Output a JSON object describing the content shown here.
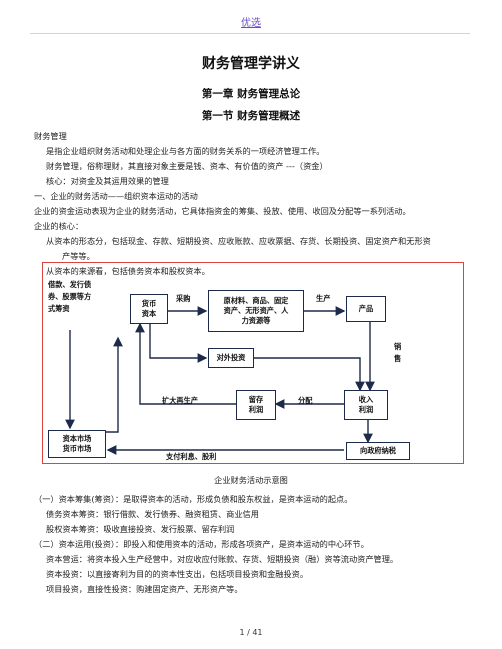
{
  "header": {
    "link": "优选"
  },
  "title": "财务管理学讲义",
  "chapter": "第一章   财务管理总论",
  "section": "第一节   财务管理概述",
  "lines": [
    "财务管理",
    "是指企业组织财务活动和处理企业与各方面的财务关系的一项经济管理工作。",
    "财务管理，俗称理财，其直接对象主要是钱、资本、有价值的资产 ---（资金）",
    "核心：对资金及其运用效果的管理",
    "一、企业的财务活动——组织资本运动的活动",
    "企业的资金运动表现为企业的财务活动，它具体指资金的筹集、投放、使用、收回及分配等一系列活动。",
    "企业的核心：",
    "从资本的形态分，包括现金、存款、短期投资、应收账款、应收票据、存货、长期投资、固定资产和无形资",
    "产等等。",
    "从资本的来源看，包括债务资本和股权资本。"
  ],
  "diagram": {
    "borrow_label": [
      "借款、发行债",
      "券、股票等方",
      "式筹资"
    ],
    "capital_box": [
      "货币",
      "资本"
    ],
    "purchase": "采购",
    "materials_box": [
      "原材料、商品、固定",
      "资产、无形资产、人",
      "力资源等"
    ],
    "produce": "生产",
    "product_box": "产品",
    "sales": [
      "销",
      "售"
    ],
    "external_invest_box": "对外投资",
    "expand": "扩大再生产",
    "retained_box": [
      "留存",
      "利润"
    ],
    "distribute": "分配",
    "income_box": [
      "收入",
      "利润"
    ],
    "market_box": [
      "资本市场",
      "货币市场"
    ],
    "pay": "支付利息、股利",
    "tax_box": "向政府纳税"
  },
  "caption": "企业财务活动示意图",
  "lines2": [
    "（一）资本筹集(筹资）：是取得资本的活动，形成负债和股东权益，是资本运动的起点。",
    "债务资本筹资：银行借款、发行债券、融资租赁、商业信用",
    "股权资本筹资：吸收直接投资、发行股票、留存利润",
    "（二）资本运用(投资）：即投入和使用资本的活动，形成各项资产，是资本运动的中心环节。",
    "资本营运：将资本投入生产经营中，对应收应付账款、存货、短期投资（融）资等流动资产管理。",
    "资本投资：以直接寄利为目的的资本性支出，包括项目投资和金融投资。",
    "项目投资，直接性投资：购建固定资产、无形资产等。"
  ],
  "footer": "1  /  41"
}
